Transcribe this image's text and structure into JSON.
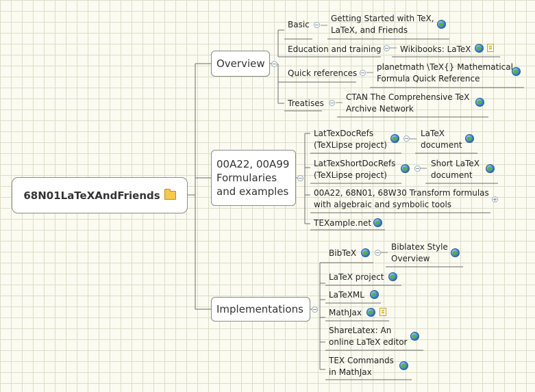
{
  "root": {
    "label": "68N01LaTeXAndFriends",
    "icon": "folder-icon"
  },
  "overview": {
    "label": "Overview",
    "basic": {
      "label": "Basic",
      "child": "Getting Started with TeX,\nLaTeX, and Friends"
    },
    "education": {
      "label": "Education and training",
      "child": "Wikibooks: LaTeX"
    },
    "quickref": {
      "label": "Quick references",
      "child": "planetmath \\TeX{} Mathematical\nFormula Quick Reference"
    },
    "treatises": {
      "label": "Treatises",
      "child": "CTAN The Comprehensive TeX\nArchive Network"
    }
  },
  "formularies": {
    "label": "00A22, 00A99\nFormularies\nand examples",
    "docrefs": {
      "label": "LatTexDocRefs\n(TeXLipse project)",
      "child": "LaTeX\ndocument"
    },
    "shortdocrefs": {
      "label": "LatTexShortDocRefs\n(TeXLipse project)",
      "child": "Short LaTeX\ndocument"
    },
    "transform": {
      "label": "00A22, 68N01, 68W30 Transform formulas\nwith algebraic and symbolic tools"
    },
    "texample": {
      "label": "TEXample.net"
    }
  },
  "implementations": {
    "label": "Implementations",
    "bibtex": {
      "label": "BibTeX",
      "child": "Biblatex Style\nOverview"
    },
    "latexproject": {
      "label": "LaTeX project"
    },
    "latexml": {
      "label": "LaTeXML"
    },
    "mathjax": {
      "label": "MathJax"
    },
    "sharelatex": {
      "label": "ShareLatex: An\nonline LaTeX editor"
    },
    "texcommands": {
      "label": "TEX Commands\nin MathJax"
    }
  }
}
